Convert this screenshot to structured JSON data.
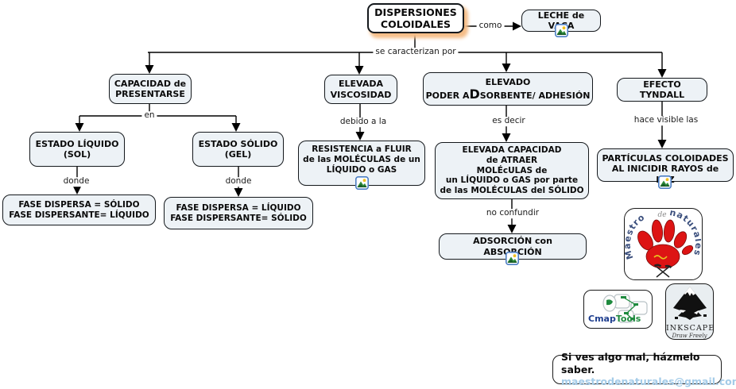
{
  "nodes": {
    "dispersiones": {
      "label": "DISPERSIONES\nCOLOIDALES"
    },
    "leche": {
      "label": "LECHE de VACA"
    },
    "capacidad": {
      "label": "CAPACIDAD de\nPRESENTARSE"
    },
    "viscosidad": {
      "label": "ELEVADA\nVISCOSIDAD"
    },
    "poder": {
      "line1": "ELEVADO",
      "pre": "PODER A",
      "big": "D",
      "post": "SORBENTE/ ADHESIÓN"
    },
    "tyndall": {
      "label": "EFECTO TYNDALL"
    },
    "estado_liquido": {
      "label": "ESTADO LÍQUIDO\n(SOL)"
    },
    "estado_solido": {
      "label": "ESTADO SÓLIDO\n(GEL)"
    },
    "fase_sol": {
      "label": "FASE DISPERSA = SÓLIDO\nFASE DISPERSANTE= LÍQUIDO"
    },
    "fase_gel": {
      "label": "FASE DISPERSA = LÍQUIDO\nFASE DISPERSANTE= SÓLIDO"
    },
    "resistencia": {
      "label": "RESISTENCIA a FLUIR\nde las MOLÉCULAS de un\nLÍQUIDO o GAS"
    },
    "elevada_capacidad": {
      "label": "ELEVADA CAPACIDAD\nde ATRAER\nMOLÉcULAS de\nun LÍQUIDO o GAS por parte\nde las MOLÉCULAS del SÓLIDO"
    },
    "adsorcion": {
      "label": "ADSORCIÓN con ABSORCIÓN"
    },
    "particulas": {
      "label": "PARTÍCULAS COLOIDADES\nAL INICIDIR RAYOS de LUZ"
    }
  },
  "links": {
    "como": "como",
    "se_caracterizan": "se caracterizan por",
    "en": "en",
    "donde": "donde",
    "debido": "debido a la",
    "es_decir": "es decir",
    "no_confundir": "no confundir",
    "hace_visible": "hace visible las"
  },
  "logos": {
    "maestro": {
      "arc_left": "Maestro",
      "arc_top": "de",
      "arc_right": "naturales"
    },
    "cmaptools": {
      "cmap": "Cmap",
      "tools": "Tools"
    },
    "inkscape": {
      "name": "INKSCAPE",
      "tagline": "Draw Freely"
    }
  },
  "note": {
    "message": "Si ves algo mal, házmelo saber.",
    "email": "maestrodenaturales@gmail.com"
  },
  "colors": {
    "node_fill": "#edf2f6",
    "root_shadow_orange": "#f5bd87",
    "icon_frame_blue": "#4d7fc4",
    "paw_red": "#dd1414",
    "cmap_blue": "#1f3f8f",
    "cmap_green": "#1e8a3e",
    "email_blue": "#a3cbe8"
  }
}
